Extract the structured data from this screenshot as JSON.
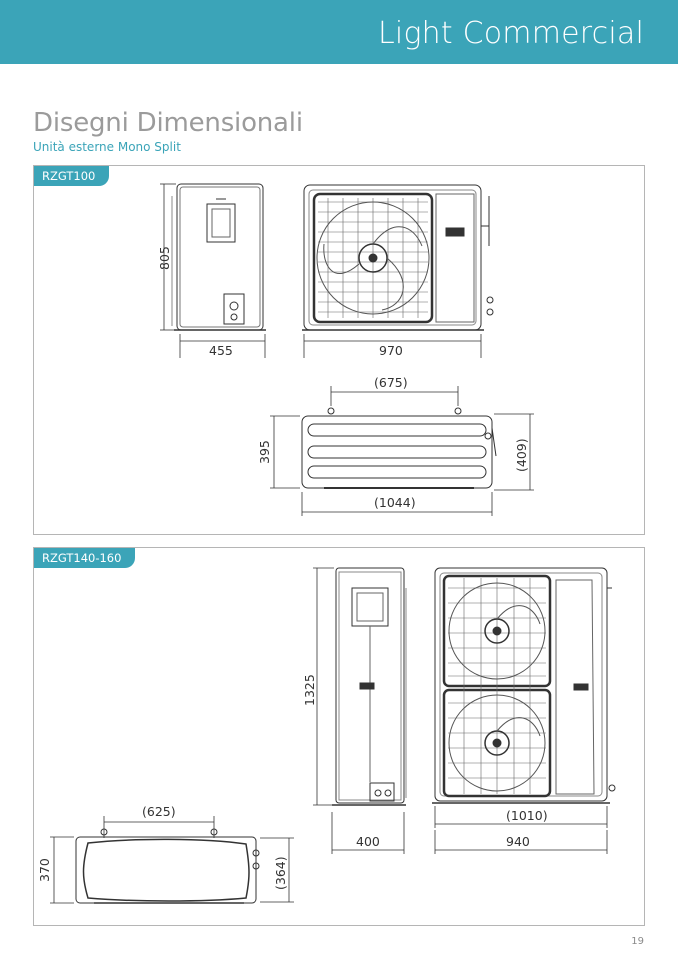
{
  "header": {
    "title": "Light Commercial"
  },
  "page": {
    "title": "Disegni Dimensionali",
    "subtitle": "Unità esterne Mono Split",
    "number": "19"
  },
  "panel1": {
    "model": "RZGT100",
    "dims": {
      "height": "805",
      "depth": "455",
      "width": "970",
      "mount_spacing": "(675)",
      "base_depth": "395",
      "base_depth_outer": "(409)",
      "base_width": "(1044)"
    }
  },
  "panel2": {
    "model": "RZGT140-160",
    "dims": {
      "height": "1325",
      "depth": "400",
      "width_inner": "(1010)",
      "width": "940",
      "mount_spacing": "(625)",
      "base_depth": "370",
      "base_depth_outer": "(364)"
    }
  }
}
